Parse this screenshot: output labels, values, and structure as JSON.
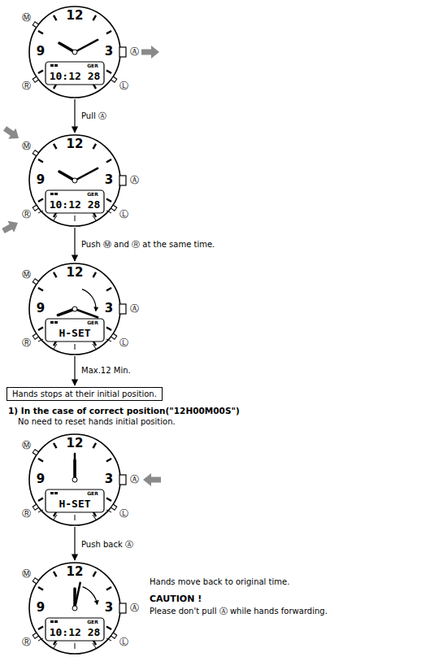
{
  "diagram": {
    "nodes": [
      {
        "text": [
          "Hands stops at their initial position."
        ]
      }
    ],
    "labels": [
      "12",
      "9",
      "3",
      "Ⓜ",
      "Ⓡ",
      "Ⓐ",
      "Ⓛ",
      "GER",
      "10:12 28",
      "Pull Ⓐ",
      "12",
      "9",
      "3",
      "Ⓜ",
      "Ⓡ",
      "Ⓐ",
      "Ⓛ",
      "GER",
      "10:12 28",
      "Push Ⓜ and Ⓡ at the same time.",
      "12",
      "9",
      "3",
      "Ⓜ",
      "Ⓡ",
      "Ⓐ",
      "Ⓛ",
      "GER",
      "H-SET",
      "Max.12 Min.",
      "1) In the case of correct position(\"12H00M00S\")",
      "No need to reset hands initial position.",
      "12",
      "9",
      "3",
      "Ⓜ",
      "Ⓡ",
      "Ⓐ",
      "Ⓛ",
      "GER",
      "H-SET",
      "Push back Ⓐ",
      "12",
      "9",
      "3",
      "Ⓜ",
      "Ⓡ",
      "Ⓐ",
      "Ⓛ",
      "GER",
      "10:12 28",
      "Hands move back to original time.",
      "CAUTION !",
      "Please don't pull Ⓐ while hands forwarding."
    ]
  }
}
